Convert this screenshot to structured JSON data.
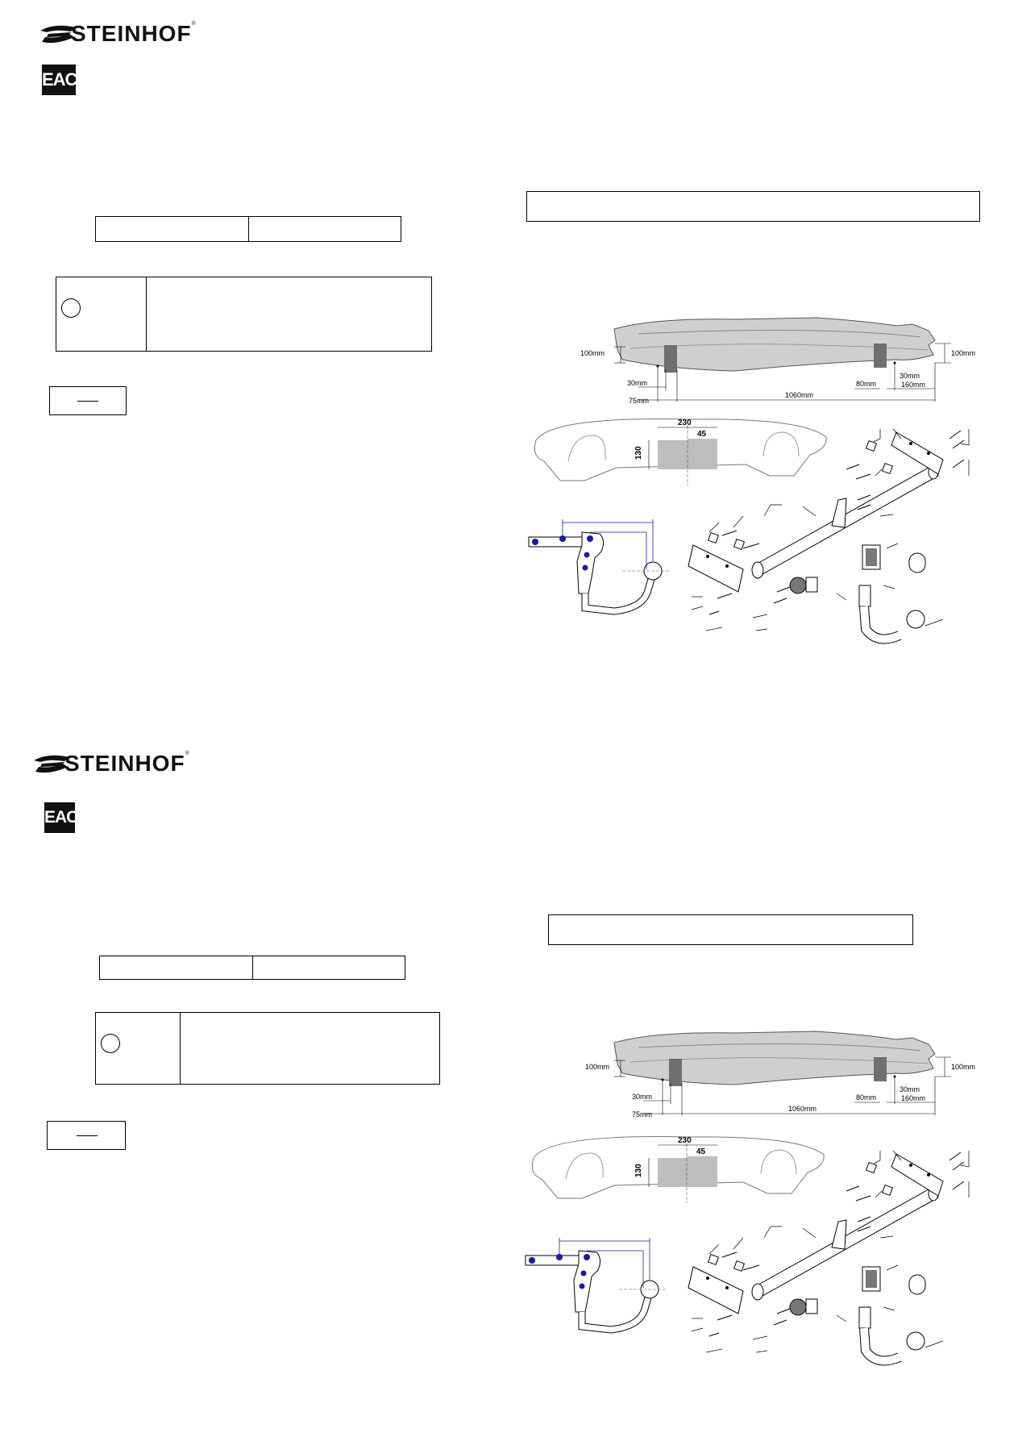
{
  "brand": {
    "name": "STEINHOF",
    "reg_mark": "®"
  },
  "cert_mark": "EAC",
  "colors": {
    "body_fill": "#cfcfcf",
    "mount_area": "#6f6f6f",
    "blue_dim": "#1a1aa0",
    "cutout": "#bdbdbd"
  },
  "pages": [
    {
      "dims": {
        "left_height": "100mm",
        "right_height": "100mm",
        "left_offset": "30mm",
        "left_total": "75mm",
        "span": "1060mm",
        "right_80": "80mm",
        "right_30": "30mm",
        "right_160": "160mm"
      },
      "cutout": {
        "width": "230",
        "offset": "45",
        "height": "130"
      }
    },
    {
      "dims": {
        "left_height": "100mm",
        "right_height": "100mm",
        "left_offset": "30mm",
        "left_total": "75mm",
        "span": "1060mm",
        "right_80": "80mm",
        "right_30": "30mm",
        "right_160": "160mm"
      },
      "cutout": {
        "width": "230",
        "offset": "45",
        "height": "130"
      }
    }
  ]
}
